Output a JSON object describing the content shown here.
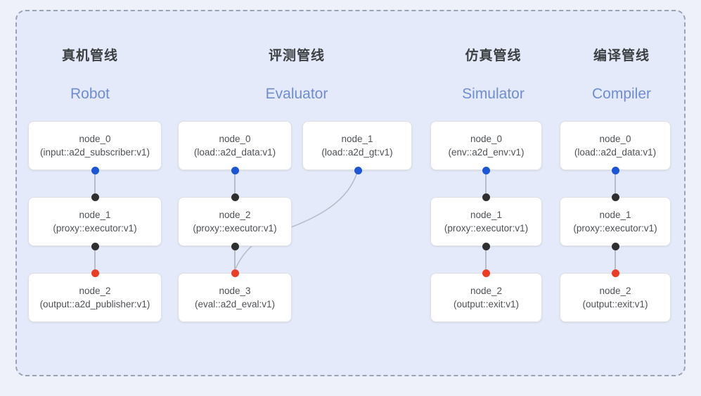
{
  "diagram": {
    "frame_style": "dashed",
    "background_color": "#e4eaf9",
    "outer_background_color": "#eef1fa",
    "accent_color": "#6f8cd6",
    "port_colors": {
      "input": "#1a56d6",
      "link": "#2f2f2f",
      "output": "#ee3b24"
    }
  },
  "columns": [
    {
      "title_cn": "真机管线",
      "title_en": "Robot",
      "nodes": [
        {
          "name": "node_0",
          "type": "(input::a2d_subscriber:v1)"
        },
        {
          "name": "node_1",
          "type": "(proxy::executor:v1)"
        },
        {
          "name": "node_2",
          "type": "(output::a2d_publisher:v1)"
        }
      ]
    },
    {
      "title_cn": "评测管线",
      "title_en": "Evaluator",
      "nodes": [
        {
          "name": "node_0",
          "type": "(load::a2d_data:v1)"
        },
        {
          "name": "node_1",
          "type": "(load::a2d_gt:v1)"
        },
        {
          "name": "node_2",
          "type": "(proxy::executor:v1)"
        },
        {
          "name": "node_3",
          "type": "(eval::a2d_eval:v1)"
        }
      ]
    },
    {
      "title_cn": "仿真管线",
      "title_en": "Simulator",
      "nodes": [
        {
          "name": "node_0",
          "type": "(env::a2d_env:v1)"
        },
        {
          "name": "node_1",
          "type": "(proxy::executor:v1)"
        },
        {
          "name": "node_2",
          "type": "(output::exit:v1)"
        }
      ]
    },
    {
      "title_cn": "编译管线",
      "title_en": "Compiler",
      "nodes": [
        {
          "name": "node_0",
          "type": "(load::a2d_data:v1)"
        },
        {
          "name": "node_1",
          "type": "(proxy::executor:v1)"
        },
        {
          "name": "node_2",
          "type": "(output::exit:v1)"
        }
      ]
    }
  ]
}
